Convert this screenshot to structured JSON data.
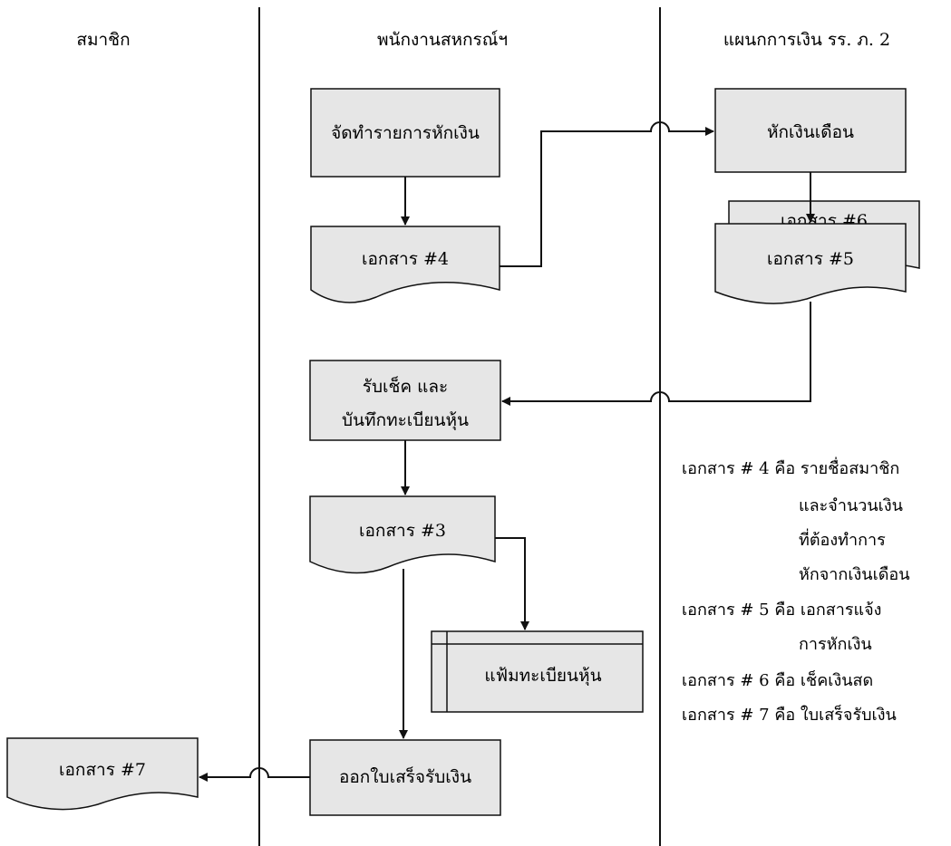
{
  "lanes": [
    {
      "id": "member",
      "title": "สมาชิก"
    },
    {
      "id": "staff",
      "title": "พนักงานสหกรณ์ฯ"
    },
    {
      "id": "finance",
      "title": "แผนกการเงิน รร. ภ. 2"
    }
  ],
  "nodes": {
    "prepare_deduction": "จัดทำรายการหักเงิน",
    "salary_deduction": "หักเงินเดือน",
    "doc4": "เอกสาร #4",
    "doc6": "เอกสาร #6",
    "doc5": "เอกสาร #5",
    "receive_cheque_line1": "รับเช็ค และ",
    "receive_cheque_line2": "บันทึกทะเบียนหุ้น",
    "doc3": "เอกสาร #3",
    "share_register_file": "แฟ้มทะเบียนหุ้น",
    "issue_receipt": "ออกใบเสร็จรับเงิน",
    "doc7": "เอกสาร #7"
  },
  "legend": [
    "เอกสาร # 4 คือ รายชื่อสมาชิก",
    "และจำนวนเงิน",
    "ที่ต้องทำการ",
    "หักจากเงินเดือน",
    "เอกสาร # 5 คือ เอกสารแจ้ง",
    "การหักเงิน",
    "เอกสาร # 6 คือ เช็คเงินสด",
    "เอกสาร # 7 คือ ใบเสร็จรับเงิน"
  ],
  "colors": {
    "box_fill": "#e6e6e6",
    "stroke": "#111111",
    "background": "#ffffff"
  }
}
